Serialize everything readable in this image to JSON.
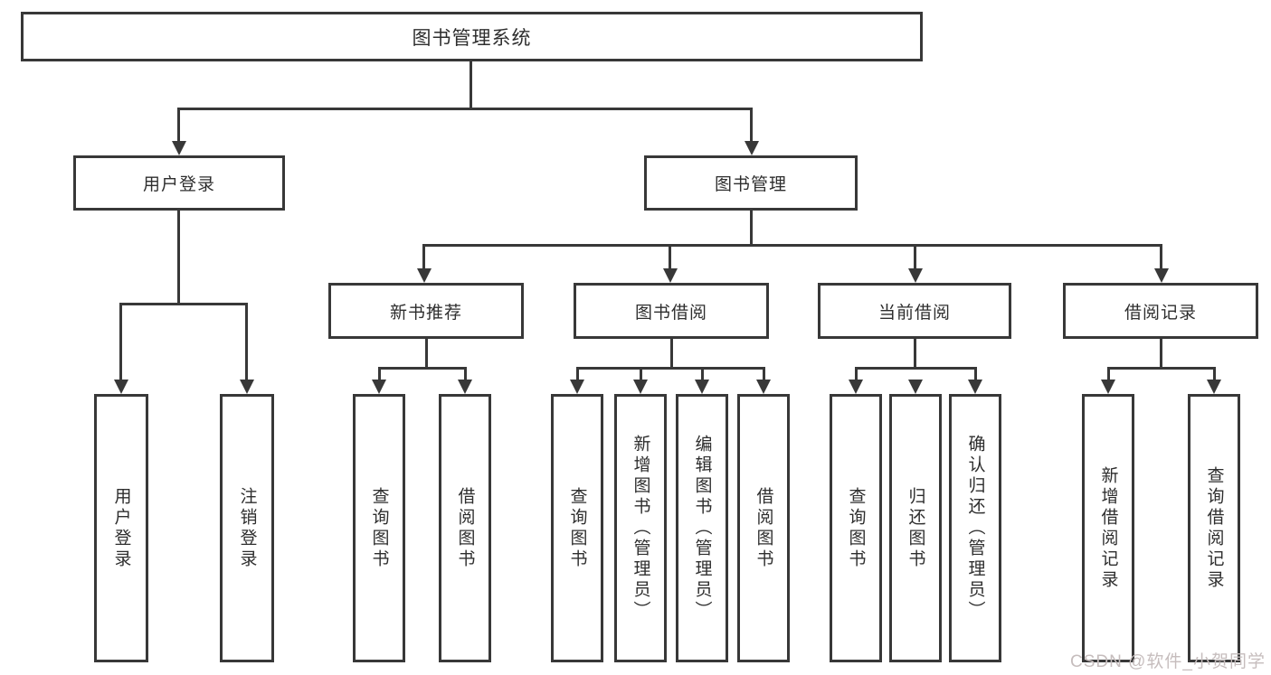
{
  "diagram": {
    "title": "图书管理系统",
    "nodes": {
      "root": "图书管理系统",
      "l2": [
        "用户登录",
        "图书管理"
      ],
      "l3": [
        "新书推荐",
        "图书借阅",
        "当前借阅",
        "借阅记录"
      ],
      "login_leaves": [
        "用户登录",
        "注销登录"
      ],
      "recommend_leaves": [
        "查询图书",
        "借阅图书"
      ],
      "borrow_leaves": [
        "查询图书",
        "新增图书（管理员）",
        "编辑图书（管理员）",
        "借阅图书"
      ],
      "current_leaves": [
        "查询图书",
        "归还图书",
        "确认归还（管理员）"
      ],
      "record_leaves": [
        "新增借阅记录",
        "查询借阅记录"
      ]
    },
    "colors": {
      "line": "#383838",
      "box_background": "#ffffff",
      "watermark_text": "#c6bdbd",
      "page_background": "#ffffff"
    },
    "watermark": "CSDN @软件_小贺同学"
  }
}
